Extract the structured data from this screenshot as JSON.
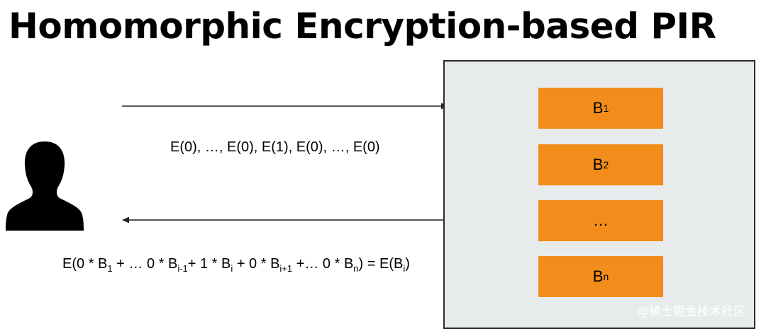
{
  "title": "Homomorphic Encryption-based PIR",
  "query": {
    "label": "E(0), …, E(0), E(1), E(0), …, E(0)"
  },
  "response": {
    "parts": [
      "E(0 * B",
      "1",
      " + … 0 * B",
      "i-1",
      "+ 1 * B",
      "i",
      " +  0 * B",
      "i+1",
      " +… 0 * B",
      "n",
      ") = E(B",
      "i",
      ")"
    ]
  },
  "server": {
    "blocks": [
      {
        "label": "B",
        "sub": "1"
      },
      {
        "label": "B",
        "sub": "2"
      },
      {
        "label": "…",
        "sub": ""
      },
      {
        "label": "B",
        "sub": "n"
      }
    ]
  },
  "watermark": "@稀土掘金技术社区",
  "colors": {
    "block": "#f28c1a",
    "server_bg": "#e8ebeb",
    "arrow": "#222222"
  }
}
